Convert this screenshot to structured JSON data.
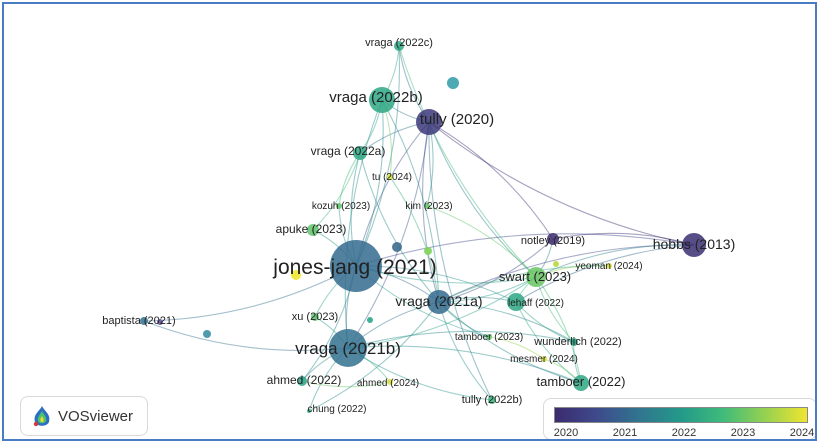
{
  "app": {
    "logo_text": "VOSviewer"
  },
  "colors": {
    "scale": [
      "#3b2b6e",
      "#3e4a8c",
      "#31758f",
      "#23998a",
      "#3fbb7a",
      "#95d150",
      "#f0e530"
    ]
  },
  "legend": {
    "ticks": [
      "2020",
      "2021",
      "2022",
      "2023",
      "2024"
    ]
  },
  "nodes": [
    {
      "label": "vraga (2022c)",
      "year": 2022.3
    },
    {
      "label": "vraga (2022b)",
      "year": 2022.3
    },
    {
      "label": "tully (2020)",
      "year": 2020.1
    },
    {
      "label": "vraga (2022a)",
      "year": 2022.3
    },
    {
      "label": "tu (2024)",
      "year": 2024
    },
    {
      "label": "kozuh (2023)",
      "year": 2023
    },
    {
      "label": "kim (2023)",
      "year": 2023
    },
    {
      "label": "apuke (2023)",
      "year": 2023
    },
    {
      "label": "jones-jang (2021)",
      "year": 2021.1
    },
    {
      "label": "notley (2019)",
      "year": 2019.8
    },
    {
      "label": "hobbs (2013)",
      "year": 2019.9
    },
    {
      "label": "yeoman (2024)",
      "year": 2024
    },
    {
      "label": "swart (2023)",
      "year": 2023.1
    },
    {
      "label": "vraga (2021a)",
      "year": 2021.1
    },
    {
      "label": "lehaff (2022)",
      "year": 2022.3
    },
    {
      "label": "baptista (2021)",
      "year": 2021.2
    },
    {
      "label": "xu (2023)",
      "year": 2023
    },
    {
      "label": "tamboer (2023)",
      "year": 2023
    },
    {
      "label": "wunderlich (2022)",
      "year": 2022.2
    },
    {
      "label": "vraga (2021b)",
      "year": 2021.2
    },
    {
      "label": "mesmer (2024)",
      "year": 2024
    },
    {
      "label": "ahmed (2022)",
      "year": 2022.2
    },
    {
      "label": "ahmed (2024)",
      "year": 2024
    },
    {
      "label": "tamboer (2022)",
      "year": 2022.3
    },
    {
      "label": "chung (2022)",
      "year": 2022.5
    },
    {
      "label": "tully (2022b)",
      "year": 2022.6
    }
  ]
}
